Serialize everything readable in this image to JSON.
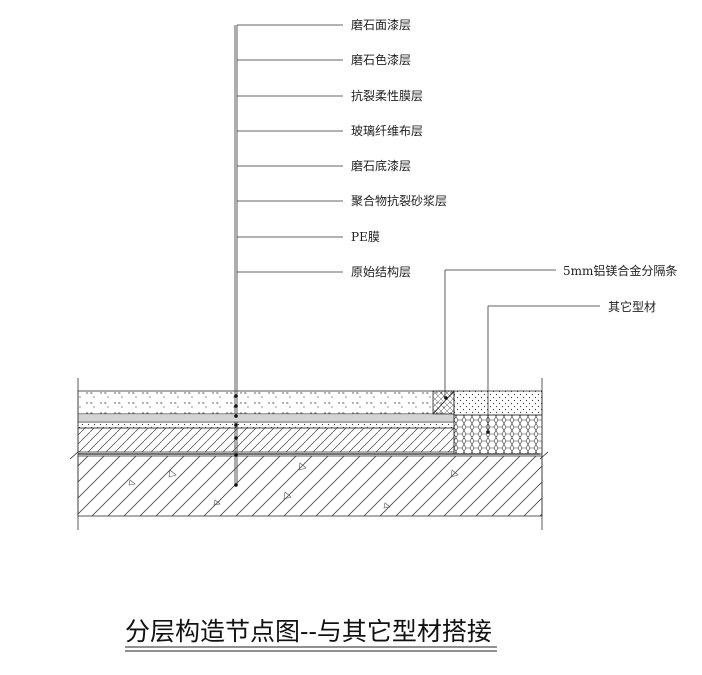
{
  "title": "分层构造节点图--与其它型材搭接",
  "layers": [
    "磨石面漆层",
    "磨石色漆层",
    "抗裂柔性膜层",
    "玻璃纤维布层",
    "磨石底漆层",
    "聚合物抗裂砂浆层",
    "PE膜",
    "原始结构层"
  ],
  "side_labels": [
    "5mm铝镁合金分隔条",
    "其它型材"
  ]
}
